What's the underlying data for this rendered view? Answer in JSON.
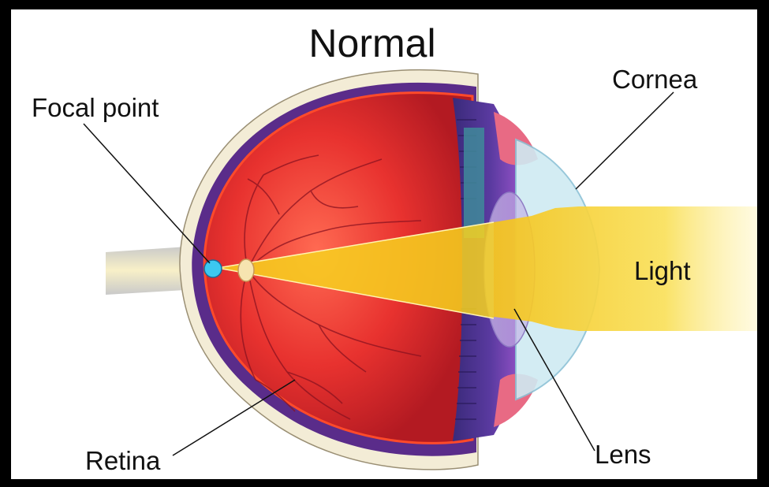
{
  "diagram": {
    "title": "Normal",
    "labels": {
      "focal_point": "Focal point",
      "cornea": "Cornea",
      "light": "Light",
      "retina": "Retina",
      "lens": "Lens"
    },
    "colors": {
      "background": "#ffffff",
      "frame": "#000000",
      "sclera": "#f3ecd6",
      "choroid": "#5a2c8a",
      "retina_red": "#e0262e",
      "light_beam": "#f7d21e",
      "focal_point": "#3cc8f0",
      "cornea": "#cfeaf2"
    }
  }
}
